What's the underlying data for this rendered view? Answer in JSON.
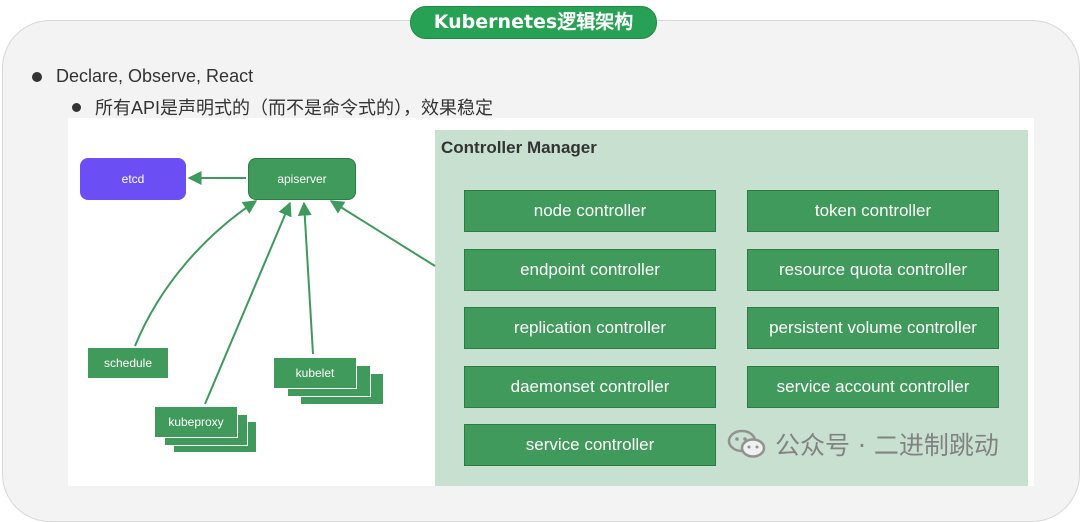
{
  "title": "Kubernetes逻辑架构",
  "bullets": {
    "level1": "Declare, Observe, React",
    "level2": "所有API是声明式的（而不是命令式的），效果稳定"
  },
  "diagram": {
    "etcd": "etcd",
    "apiserver": "apiserver",
    "schedule": "schedule",
    "kubeproxy": "kubeproxy",
    "kubelet": "kubelet",
    "controller_manager": {
      "title": "Controller Manager",
      "controllers": [
        "node controller",
        "token controller",
        "endpoint controller",
        "resource quota controller",
        "replication controller",
        "persistent volume controller",
        "daemonset controller",
        "service account controller",
        "service controller"
      ]
    }
  },
  "watermark": {
    "text": "公众号 · 二进制跳动",
    "icon": "wechat-icon"
  },
  "colors": {
    "green": "#409a5b",
    "title_green": "#27a153",
    "etcd_purple": "#6b4ff5",
    "cm_background": "#c8e0cf"
  }
}
